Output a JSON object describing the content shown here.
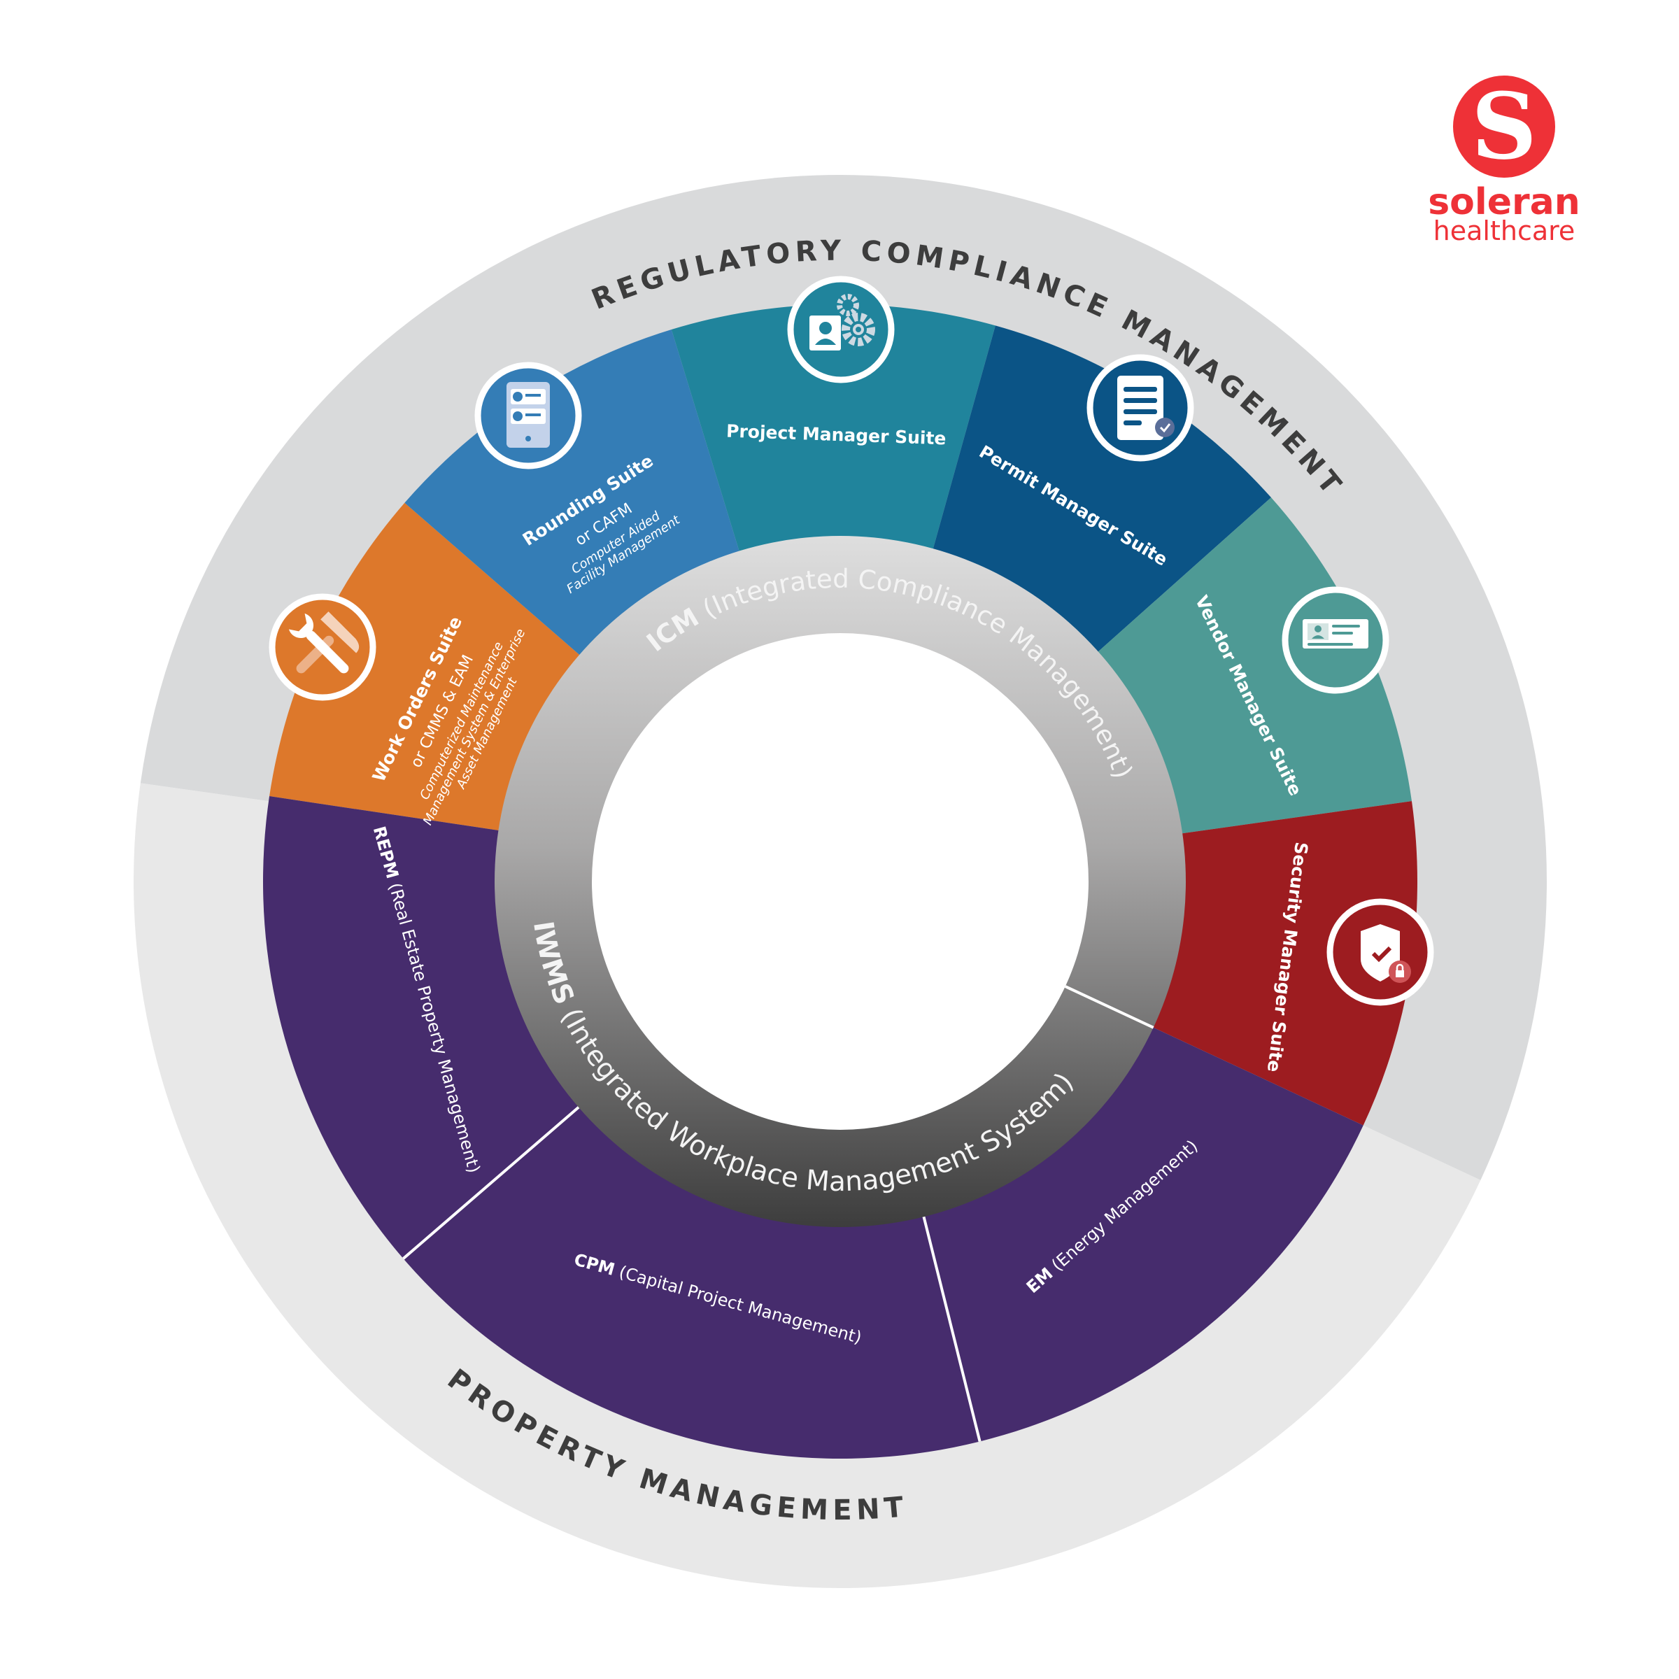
{
  "logo": {
    "name": "soleran",
    "sub": "healthcare",
    "letter": "S",
    "color": "#ee3137"
  },
  "outer_ring": {
    "top_label": "REGULATORY COMPLIANCE MANAGEMENT",
    "bottom_label": "PROPERTY MANAGEMENT",
    "top_color": "#d9dadb",
    "bottom_color": "#e8e8e8"
  },
  "inner_ring": {
    "icm_abbr": "ICM",
    "icm_full": " (Integrated Compliance Management)",
    "iwms_abbr": "IWMS",
    "iwms_full": " (Integrated Workplace Management System)"
  },
  "suites": [
    {
      "title": "Work Orders Suite",
      "sub": "or CMMS & EAM",
      "detail1": "Computerized Maintenance",
      "detail2": "Management System & Enterprise",
      "detail3": "Asset Management",
      "color": "#dd782b",
      "icon": "hammer-wrench-icon"
    },
    {
      "title": "Rounding Suite",
      "sub": "or CAFM",
      "detail1": "Computer Aided",
      "detail2": "Facility Management",
      "color": "#347db6",
      "icon": "tablet-checklist-icon"
    },
    {
      "title": "Project Manager Suite",
      "color": "#20849c",
      "icon": "user-gears-icon"
    },
    {
      "title": "Permit Manager Suite",
      "color": "#0b5486",
      "icon": "document-check-icon"
    },
    {
      "title": "Vendor Manager Suite",
      "color": "#4e9a95",
      "icon": "id-card-icon"
    },
    {
      "title": "Security Manager Suite",
      "color": "#9d1c20",
      "icon": "shield-lock-icon"
    }
  ],
  "iwms_modules": {
    "color": "#462c6d",
    "items": [
      {
        "abbr": "REPM",
        "full": " (Real Estate Property Management)"
      },
      {
        "abbr": "CPM",
        "full": " (Capital Project Management)"
      },
      {
        "abbr": "EM",
        "full": " (Energy Management)"
      }
    ]
  }
}
